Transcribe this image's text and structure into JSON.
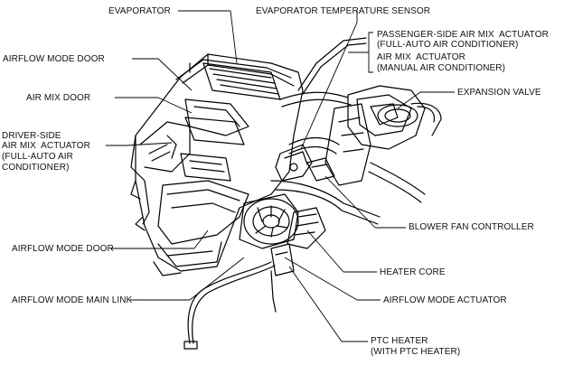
{
  "labels": {
    "evaporator": "EVAPORATOR",
    "evaporator_temp_sensor": "EVAPORATOR TEMPERATURE SENSOR",
    "passenger_actuator_1": "PASSENGER-SIDE AIR MIX  ACTUATOR",
    "passenger_actuator_2": "(FULL-AUTO AIR CONDITIONER)",
    "manual_actuator_1": "AIR MIX  ACTUATOR",
    "manual_actuator_2": "(MANUAL AIR CONDITIONER)",
    "airflow_mode_door_top": "AIRFLOW MODE DOOR",
    "air_mix_door": "AIR MIX DOOR",
    "expansion_valve": "EXPANSION VALVE",
    "driver_actuator_1": "DRIVER-SIDE",
    "driver_actuator_2": "AIR MIX  ACTUATOR",
    "driver_actuator_3": "(FULL-AUTO AIR",
    "driver_actuator_4": "CONDITIONER)",
    "blower_fan_controller": "BLOWER FAN CONTROLLER",
    "airflow_mode_door_bottom": "AIRFLOW MODE DOOR",
    "heater_core": "HEATER CORE",
    "airflow_mode_main_link": "AIRFLOW MODE MAIN LINK",
    "airflow_mode_actuator": "AIRFLOW MODE ACTUATOR",
    "ptc_heater_1": "PTC HEATER",
    "ptc_heater_2": "(WITH PTC HEATER)"
  }
}
